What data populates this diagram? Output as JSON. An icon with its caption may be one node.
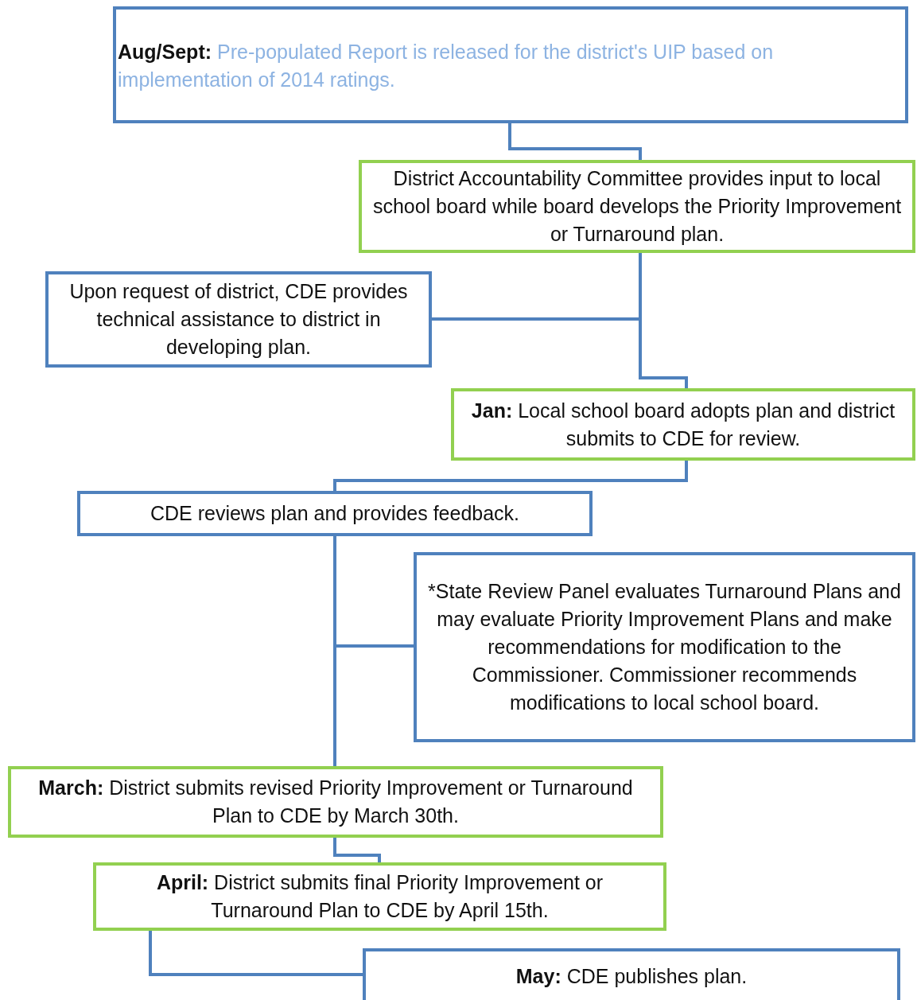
{
  "diagram": {
    "nodes": [
      {
        "text": [
          "Aug/Sept:",
          "Pre-populated Report is released for the district's UIP based on implementation of 2014 ratings."
        ]
      },
      {
        "text": [
          "District Accountability Committee provides input to local school board while board develops the Priority Improvement or Turnaround plan."
        ]
      },
      {
        "text": [
          "Upon request of district, CDE provides technical assistance to district in developing plan."
        ]
      },
      {
        "text": [
          "**Jan:** Local school board adopts plan and district submits to CDE for review."
        ]
      },
      {
        "text": [
          "CDE reviews plan and provides feedback."
        ]
      },
      {
        "text": [
          "*State Review Panel evaluates Turnaround Plans and may evaluate Priority Improvement Plans and make recommendations for modification to the Commissioner. Commissioner recommends modifications to local school board."
        ]
      },
      {
        "text": [
          "**March:** District submits revised Priority Improvement or Turnaround Plan to CDE by March 30th."
        ]
      },
      {
        "text": [
          "**April:** District submits final Priority Improvement or Turnaround Plan to CDE by April 15th."
        ]
      },
      {
        "text": [
          "**May:** CDE publishes plan."
        ]
      }
    ],
    "edges": [
      {
        "from": 0,
        "to": 1,
        "arrow": "none"
      },
      {
        "from": 1,
        "to": 3,
        "arrow": "none"
      },
      {
        "from": 1,
        "to": 2,
        "arrow": "none"
      },
      {
        "from": 3,
        "to": 4,
        "arrow": "none"
      },
      {
        "from": 4,
        "to": 5,
        "arrow": "none"
      },
      {
        "from": 4,
        "to": 6,
        "arrow": "none"
      },
      {
        "from": 6,
        "to": 7,
        "arrow": "none"
      },
      {
        "from": 7,
        "to": 8,
        "arrow": "none"
      }
    ]
  }
}
